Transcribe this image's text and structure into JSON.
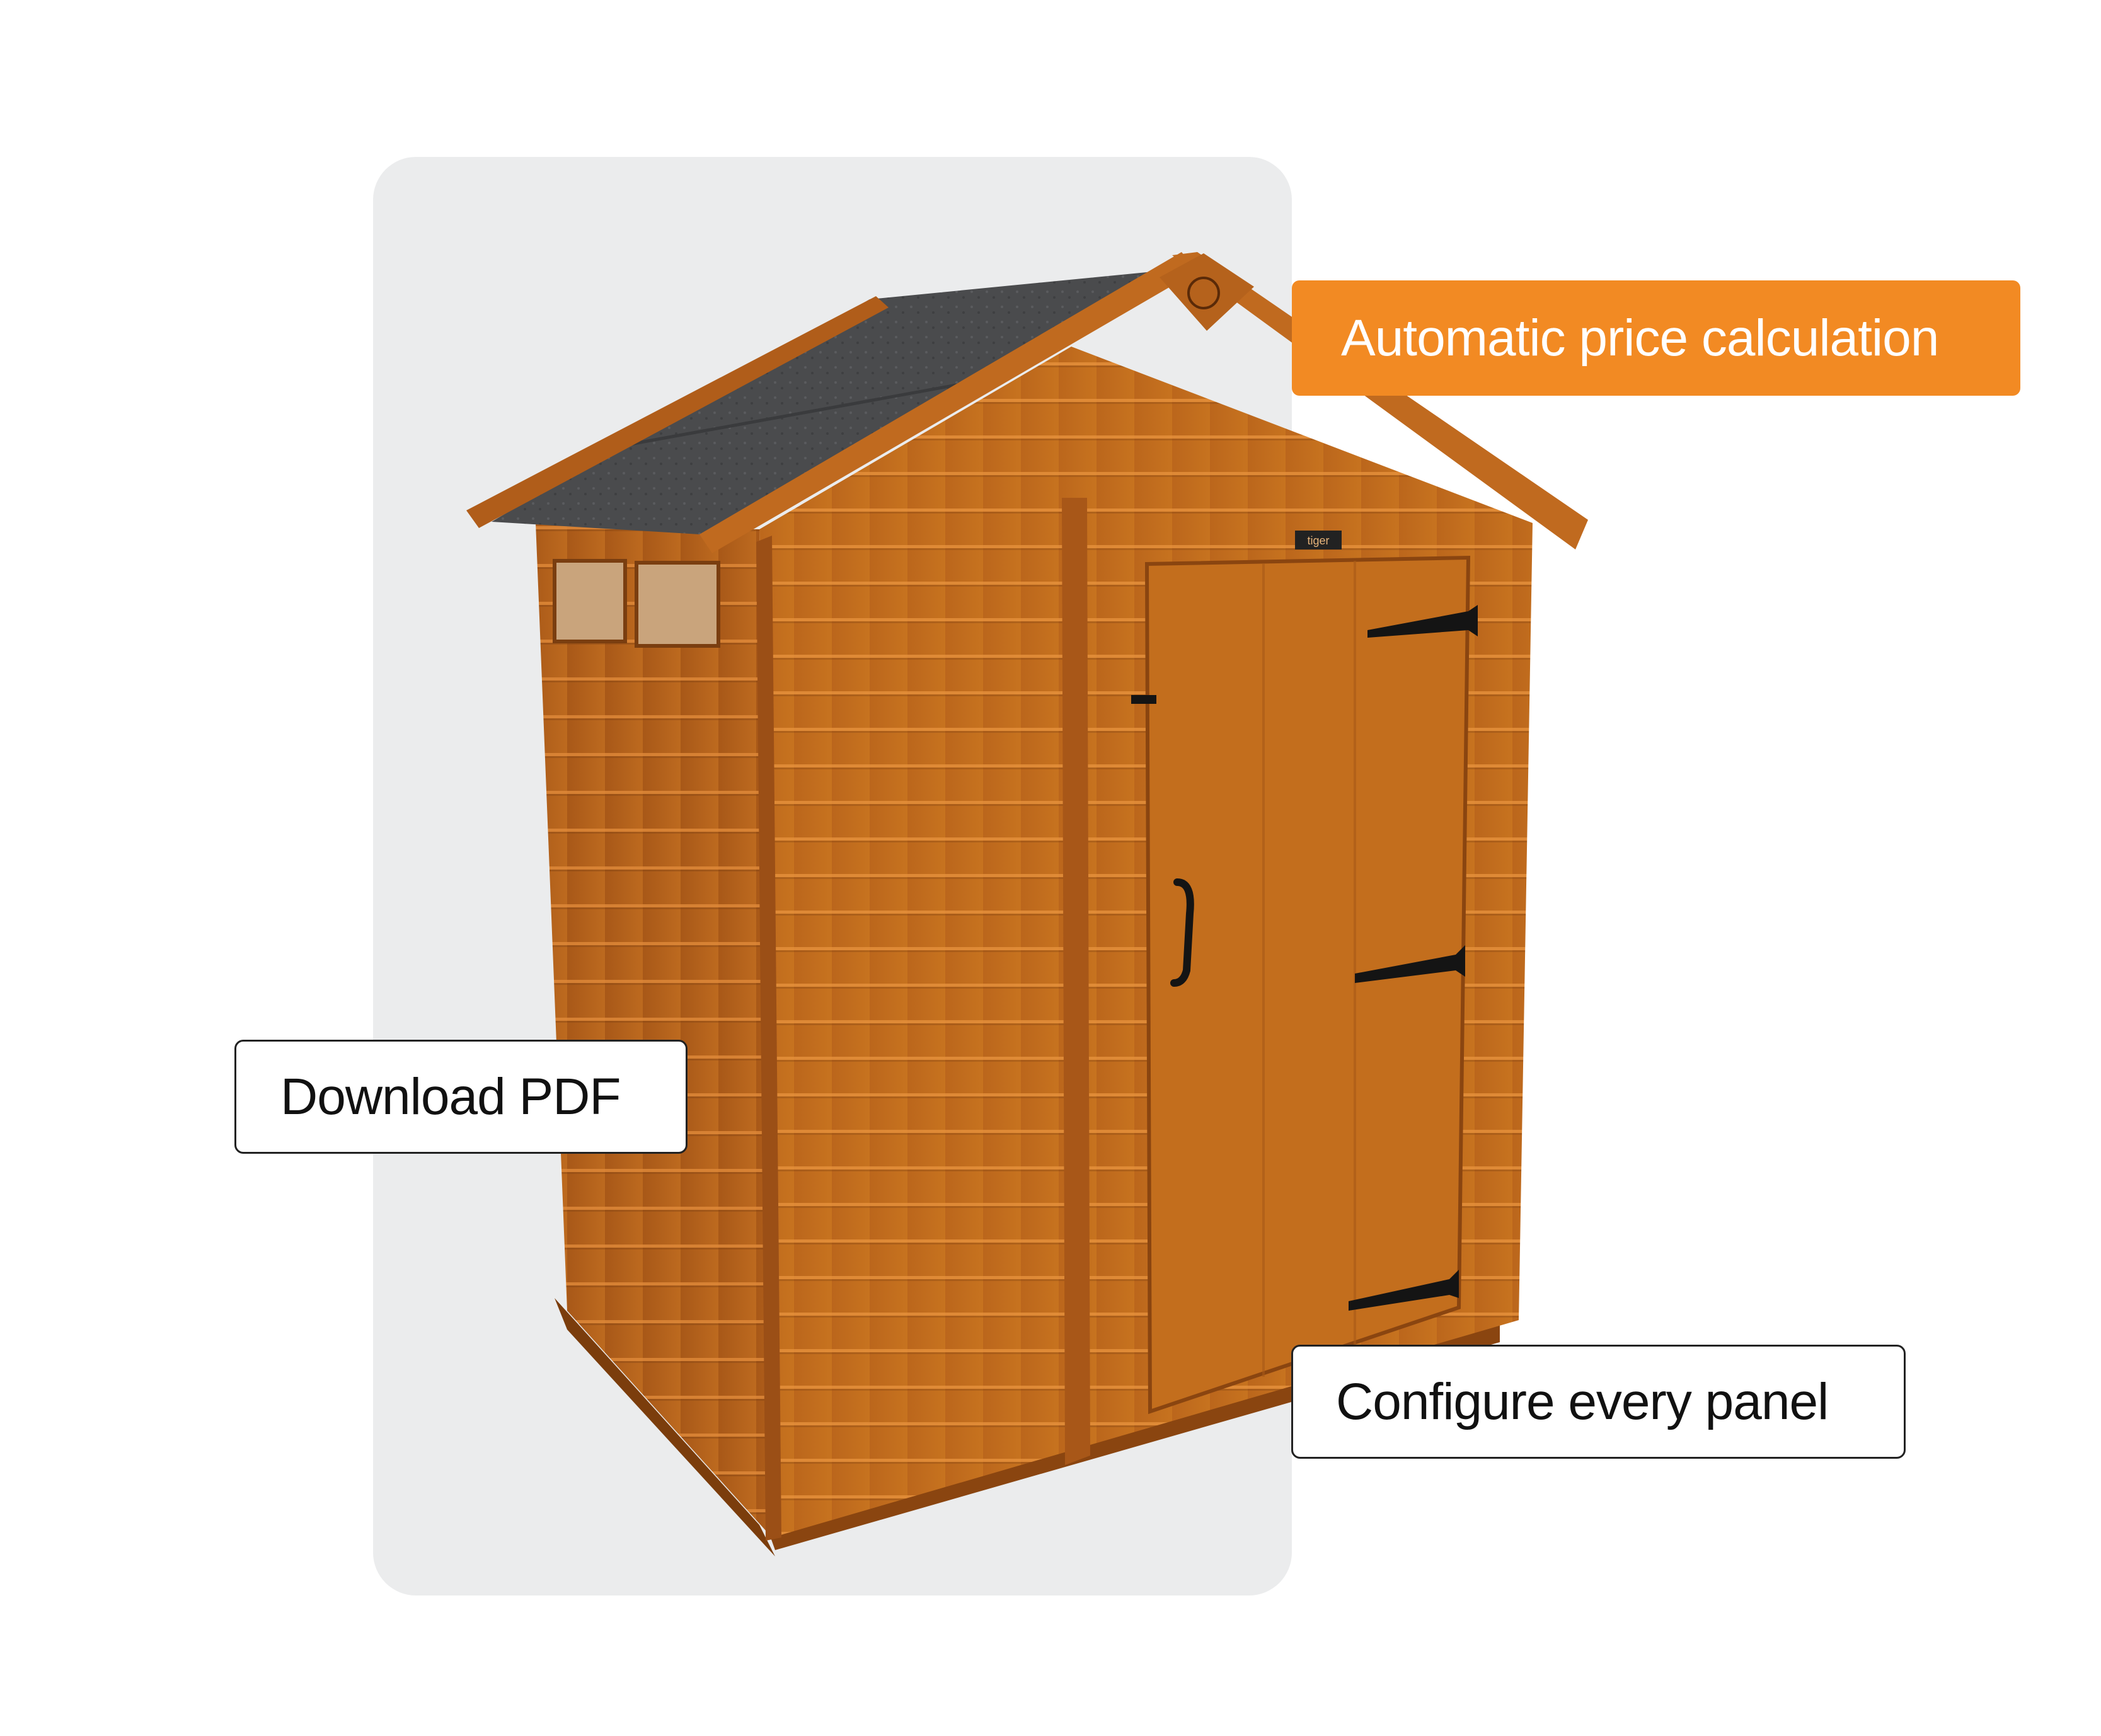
{
  "callouts": {
    "price": "Automatic price calculation",
    "pdf": "Download PDF",
    "configure": "Configure every panel"
  },
  "door_logo": "tiger",
  "colors": {
    "accent": "#f28a23",
    "panel_background": "#ebeced",
    "wood": "#b8641a",
    "roof": "#4a4b4d"
  }
}
